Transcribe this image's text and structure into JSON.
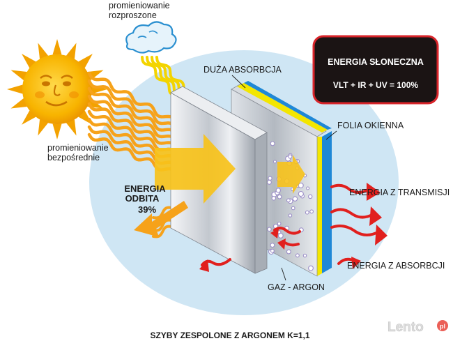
{
  "labels": {
    "diffuse_radiation": [
      "promieniowanie",
      "rozproszone"
    ],
    "direct_radiation": [
      "promieniowanie",
      "bezpośrednie"
    ],
    "high_absorption": "DUŻA ABSORBCJA",
    "window_film": "FOLIA OKIENNA",
    "reflected_energy": [
      "ENERGIA",
      "ODBITA",
      "39%"
    ],
    "transmission_energy": "ENERGIA Z TRANSMISJI",
    "absorption_energy": "ENERGIA Z ABSORBCJI",
    "gas_argon": "GAZ - ARGON",
    "caption": "SZYBY ZESPOLONE Z ARGONEM K=1,1"
  },
  "solar_box": {
    "title": "ENERGIA SŁONECZNA",
    "formula": "VLT + IR + UV = 100%"
  },
  "watermark": "Lento.pl",
  "colors": {
    "sun": "#f7b900",
    "sun_ray": "#f3a200",
    "rays": "#f6a21a",
    "bg_circle": "#cfe6f4",
    "glass_light": "#e6e9ee",
    "glass_dark": "#8d939c",
    "film_yellow": "#f3e600",
    "film_blue": "#1f88d6",
    "arrow_red": "#e1201e",
    "box_fill": "#1b1414",
    "box_border": "#d8242a",
    "argon_dot": "#9c8fc8"
  }
}
